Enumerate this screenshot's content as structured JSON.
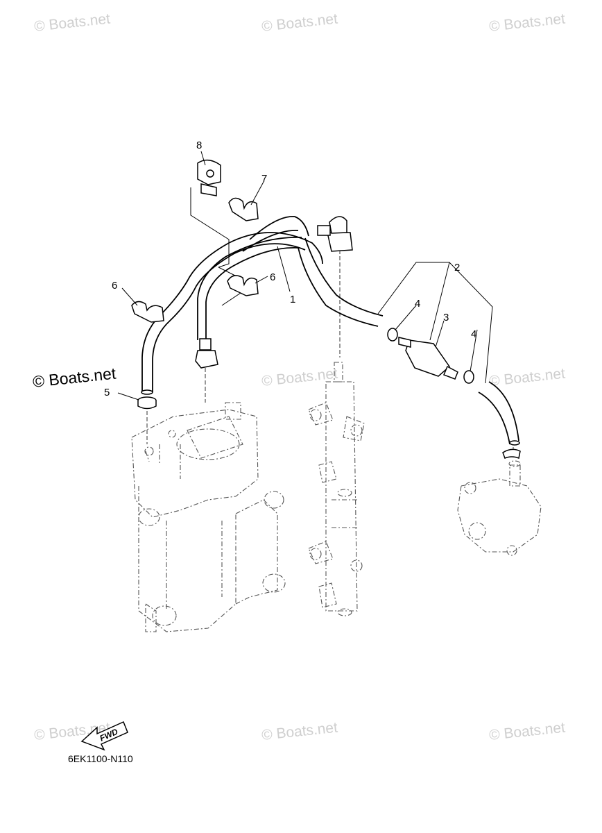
{
  "watermark": {
    "text": "© Boats.net",
    "prominent_text": "© Boats.net"
  },
  "diagram": {
    "code": "6EK1100-N110",
    "fwd_label": "FWD",
    "callouts": {
      "c1": "1",
      "c2": "2",
      "c3": "3",
      "c4a": "4",
      "c4b": "4",
      "c5": "5",
      "c6a": "6",
      "c6b": "6",
      "c7": "7",
      "c8": "8"
    }
  }
}
